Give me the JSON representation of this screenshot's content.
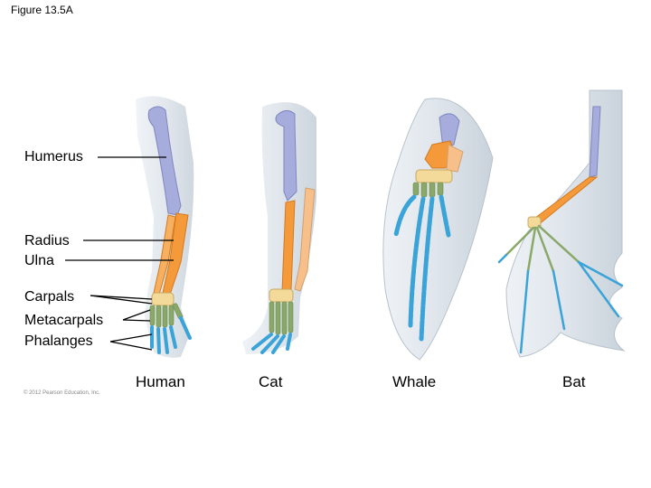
{
  "figure_label": "Figure 13.5A",
  "labels": {
    "humerus": "Humerus",
    "radius": "Radius",
    "ulna": "Ulna",
    "carpals": "Carpals",
    "metacarpals": "Metacarpals",
    "phalanges": "Phalanges"
  },
  "captions": {
    "human": "Human",
    "cat": "Cat",
    "whale": "Whale",
    "bat": "Bat"
  },
  "copyright": "© 2012 Pearson Education, Inc.",
  "colors": {
    "humerus": "#a6acdc",
    "radius_ulna": "#f59a3a",
    "carpals": "#f3d99a",
    "metacarpals": "#8aa86a",
    "phalanges": "#3aa3d8",
    "skin": "#dfe5eb",
    "line": "#000000"
  }
}
